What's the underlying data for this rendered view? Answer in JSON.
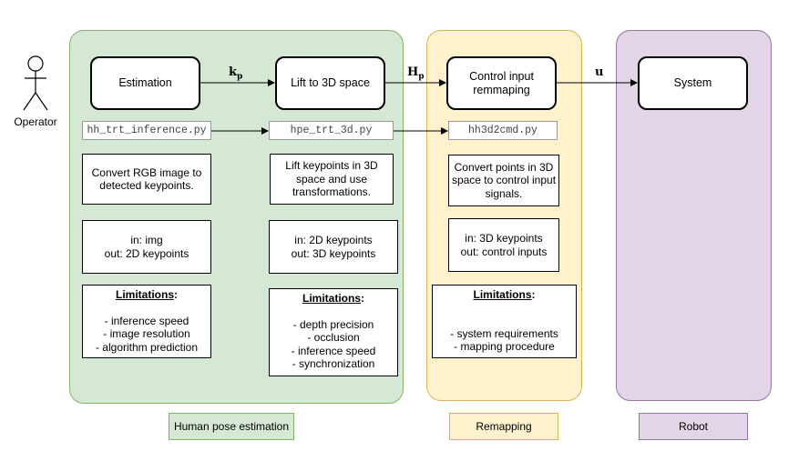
{
  "regions": {
    "human_pose": {
      "fill": "#d5e8d4",
      "stroke": "#82b366"
    },
    "remapping": {
      "fill": "#fff2cc",
      "stroke": "#d6b656"
    },
    "robot": {
      "fill": "#e1d5e7",
      "stroke": "#9673a6"
    }
  },
  "legends": {
    "human_pose": "Human pose estimation",
    "remapping": "Remapping",
    "robot": "Robot"
  },
  "operator": {
    "label": "Operator"
  },
  "nodes": {
    "estimation": "Estimation",
    "lift": "Lift to 3D space",
    "control": "Control input remmaping",
    "system": "System"
  },
  "edge_labels": {
    "kp": {
      "main": "k",
      "sub": "p"
    },
    "hp": {
      "main": "H",
      "sub": "p"
    },
    "u": {
      "main": "u",
      "sub": ""
    }
  },
  "files": {
    "inference": "hh_trt_inference.py",
    "hpe3d": "hpe_trt_3d.py",
    "cmd": "hh3d2cmd.py"
  },
  "descriptions": {
    "estimation": "Convert RGB image to detected keypoints.",
    "lift": "Lift keypoints in 3D space and use transformations.",
    "control": "Convert points in 3D space to control input signals."
  },
  "io": {
    "estimation": {
      "in": "in: img",
      "out": "out: 2D keypoints"
    },
    "lift": {
      "in": "in: 2D keypoints",
      "out": "out: 3D keypoints"
    },
    "control": {
      "in": "in: 3D keypoints",
      "out": "out: control inputs"
    }
  },
  "limitations_title": "Limitations",
  "limitations": {
    "estimation": [
      "- inference speed",
      "- image resolution",
      "- algorithm prediction"
    ],
    "lift": [
      "- depth precision",
      "- occlusion",
      "- inference speed",
      "- synchronization"
    ],
    "control": [
      "- system requirements",
      "- mapping procedure"
    ]
  }
}
